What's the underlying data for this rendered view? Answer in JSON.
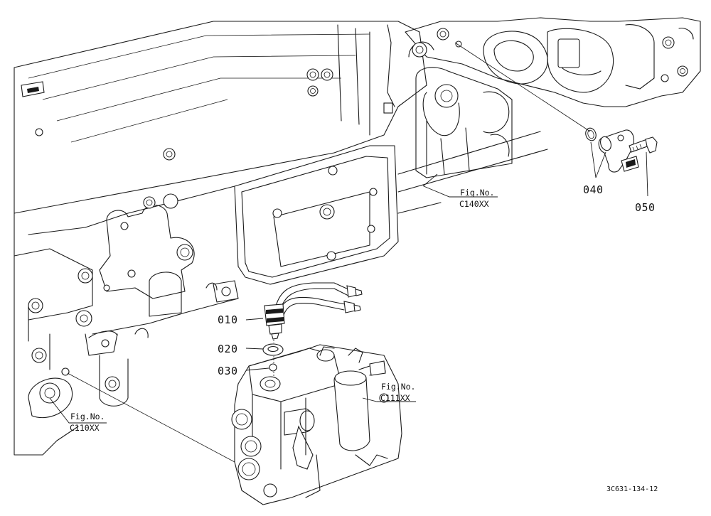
{
  "parts": [
    {
      "id": "p010",
      "ref": "010"
    },
    {
      "id": "p020",
      "ref": "020"
    },
    {
      "id": "p030",
      "ref": "030"
    },
    {
      "id": "p040",
      "ref": "040"
    },
    {
      "id": "p050",
      "ref": "050"
    }
  ],
  "figure_refs": [
    {
      "id": "c140",
      "line1": "Fig.No.",
      "line2": "C140XX"
    },
    {
      "id": "c111",
      "line1": "Fig.No.",
      "line2": "C111XX"
    },
    {
      "id": "c110",
      "line1": "Fig.No.",
      "line2": "C110XX"
    }
  ],
  "document_code": "3C631-134-12"
}
